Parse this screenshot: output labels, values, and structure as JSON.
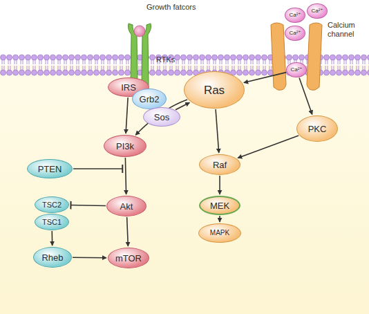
{
  "diagram": {
    "nodes": [
      {
        "text": [
          "Ca²⁺"
        ]
      },
      {
        "text": [
          "Ca²⁺"
        ]
      },
      {
        "text": [
          "Ca²⁺"
        ]
      },
      {
        "text": [
          "IRS"
        ]
      },
      {
        "text": [
          "Grb2"
        ]
      },
      {
        "text": [
          "Sos"
        ]
      },
      {
        "text": [
          "Ras"
        ]
      },
      {
        "text": [
          "Ca²⁺"
        ]
      },
      {
        "text": [
          "PKC"
        ]
      },
      {
        "text": [
          "PI3k"
        ]
      },
      {
        "text": [
          "Raf"
        ]
      },
      {
        "text": [
          "PTEN"
        ]
      },
      {
        "text": [
          "Akt"
        ]
      },
      {
        "text": [
          "TSC2"
        ]
      },
      {
        "text": [
          "TSC1"
        ]
      },
      {
        "text": [
          "MEK"
        ]
      },
      {
        "text": [
          "Rheb"
        ]
      },
      {
        "text": [
          "mTOR"
        ]
      },
      {
        "text": [
          "MAPK"
        ]
      }
    ],
    "edges": [
      {
        "from": 3,
        "to": 9,
        "arrow": "to"
      },
      {
        "from": 5,
        "to": 6,
        "arrow": "to"
      },
      {
        "from": 6,
        "to": 9,
        "arrow": "to"
      },
      {
        "from": 6,
        "to": 10,
        "arrow": "to"
      },
      {
        "from": 7,
        "to": 6,
        "arrow": "to"
      },
      {
        "from": 7,
        "to": 8,
        "arrow": "to"
      },
      {
        "from": 8,
        "to": 10,
        "arrow": "to"
      },
      {
        "from": 11,
        "to": 12,
        "arrow": "to"
      },
      {
        "from": 9,
        "to": 12,
        "arrow": "to"
      },
      {
        "from": 12,
        "to": 13,
        "arrow": "to"
      },
      {
        "from": 12,
        "to": 17,
        "arrow": "to"
      },
      {
        "from": 14,
        "to": 16,
        "arrow": "to"
      },
      {
        "from": 16,
        "to": 17,
        "arrow": "to"
      },
      {
        "from": 10,
        "to": 15,
        "arrow": "to"
      },
      {
        "from": 15,
        "to": 18,
        "arrow": "to"
      }
    ],
    "labels": [
      "Growth fatcors",
      "RTKs",
      "Calcium channel"
    ]
  }
}
